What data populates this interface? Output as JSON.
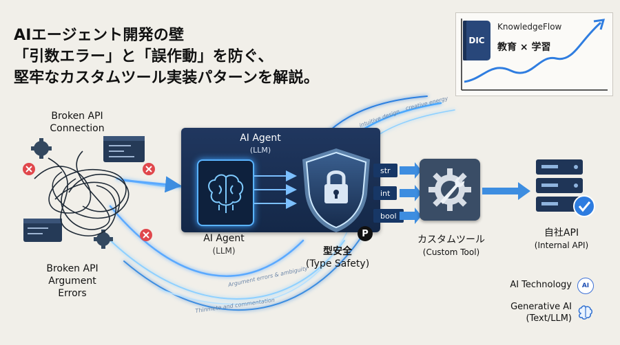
{
  "title": {
    "line1": "AIエージェント開発の壁",
    "line2": "「引数エラー」と「誤作動」を防ぐ、",
    "line3": "堅牢なカスタムツール実装パターンを解説。"
  },
  "brand": {
    "book_text": "DIC",
    "name": "KnowledgeFlow",
    "subtitle": "教育 × 学習"
  },
  "left": {
    "top_label_1": "Broken API",
    "top_label_2": "Connection",
    "bottom_label_1": "Broken API",
    "bottom_label_2": "Argument",
    "bottom_label_3": "Errors"
  },
  "agent": {
    "top_title": "AI Agent",
    "top_sub": "(LLM)",
    "bottom_title": "AI Agent",
    "bottom_sub": "(LLM)"
  },
  "shield": {
    "title": "型安全",
    "sub": "(Type Safety)",
    "badge": "P"
  },
  "types": [
    "str",
    "int",
    "bool"
  ],
  "tool": {
    "title": "カスタムツール",
    "sub": "(Custom Tool)"
  },
  "api": {
    "title": "自社API",
    "sub": "(Internal API)"
  },
  "legend": {
    "item1": "AI Technology",
    "item1_icon": "AI",
    "item2_1": "Generative AI",
    "item2_2": "(Text/LLM)"
  },
  "flow_texts": {
    "top1": "creative energy",
    "top2": "intuitive design",
    "mid": "Argument errors & ambiguity",
    "bottom": "Thinmete and commentation"
  },
  "colors": {
    "navy": "#1a2f55",
    "glow": "#4aa8ff",
    "arrow": "#3d8de0",
    "error": "#e0474c",
    "check": "#2d7ce0"
  }
}
